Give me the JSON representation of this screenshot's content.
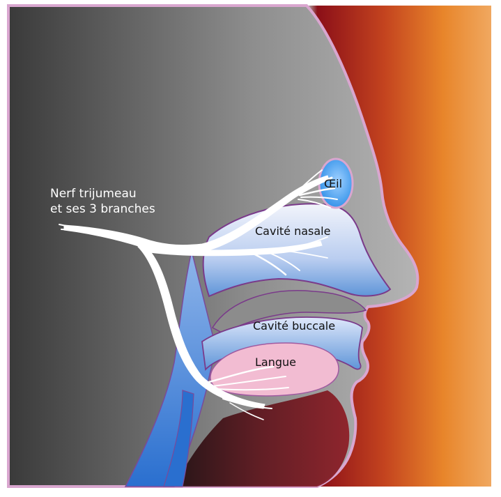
{
  "labels": {
    "nerve_line1": "Nerf trijumeau",
    "nerve_line2": "et ses 3 branches",
    "eye": "Œil",
    "nasal_cavity": "Cavité nasale",
    "oral_cavity": "Cavité buccale",
    "tongue": "Langue"
  },
  "colors": {
    "background_left": "#0a0a0a",
    "background_mid": "#9a9a9a",
    "background_red": "#8b0f18",
    "background_orange": "#e8852a",
    "face_outline": "#d9a6cf",
    "cavity_blue": "#5f95d8",
    "cavity_light": "#e8eefb",
    "tongue_pink": "#f2bcd2",
    "nerve_white": "#ffffff"
  }
}
